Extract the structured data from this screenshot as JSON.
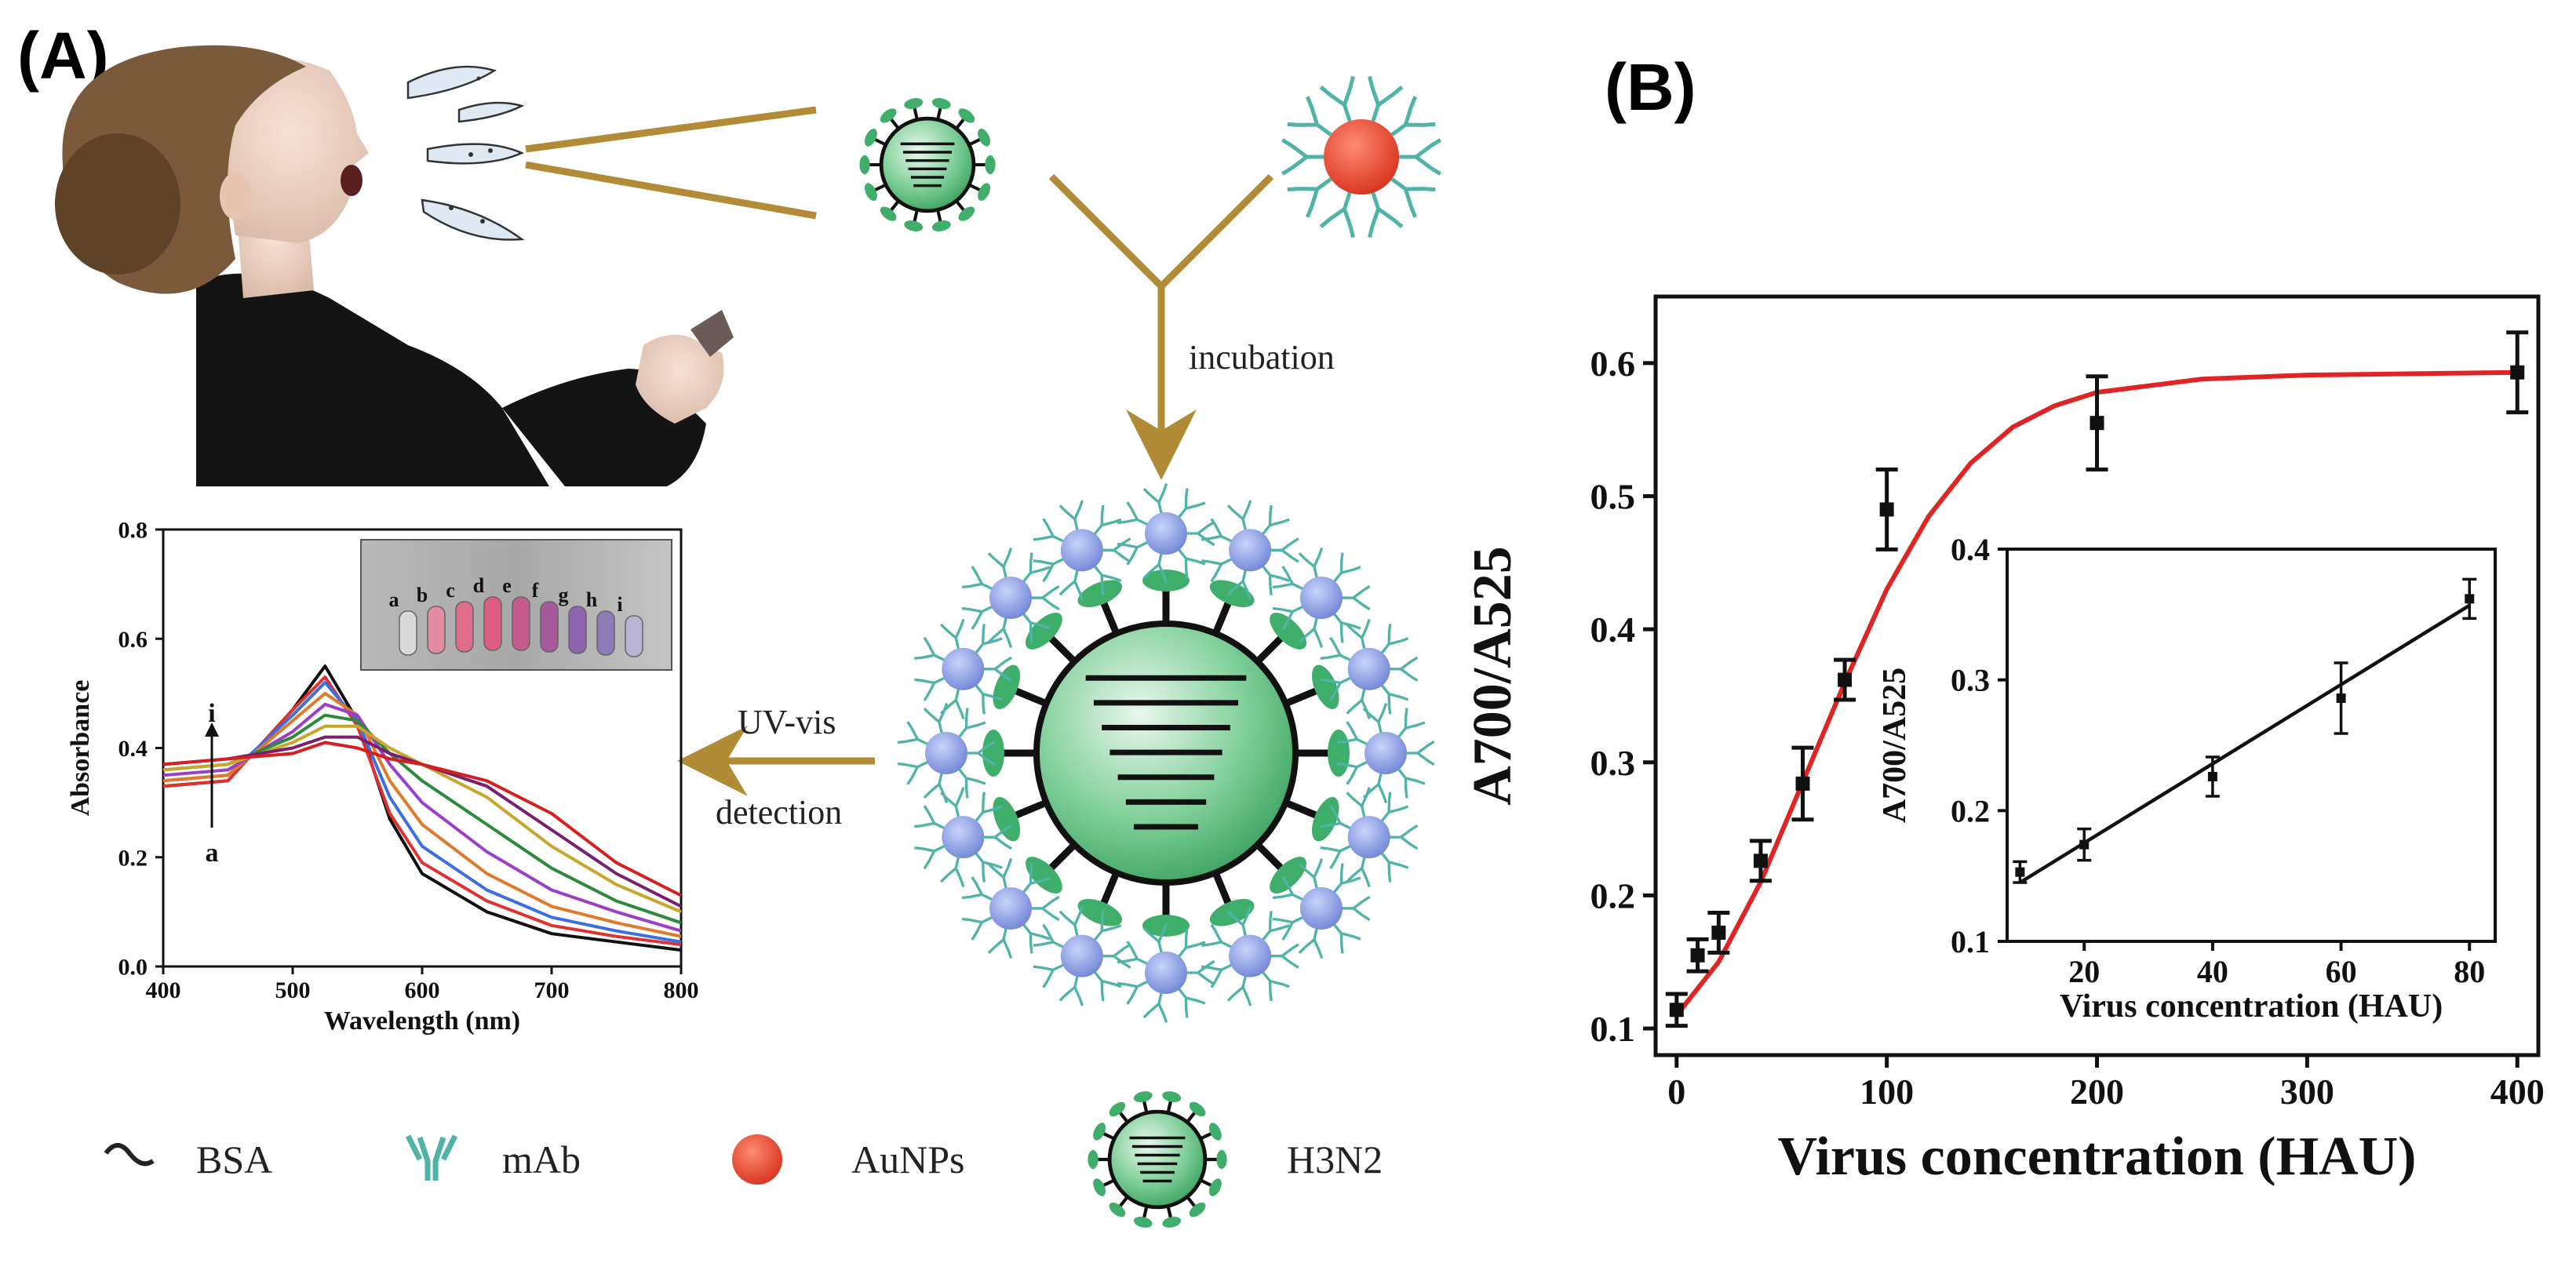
{
  "panel_a": {
    "label": "(A)",
    "arrow_incubation": "incubation",
    "arrow_uvvis_line1": "UV-vis",
    "arrow_uvvis_line2": "detection",
    "legend": [
      {
        "label": "BSA",
        "icon": "bsa-strand-icon"
      },
      {
        "label": "mAb",
        "icon": "antibody-icon"
      },
      {
        "label": "AuNPs",
        "icon": "gold-nanoparticle-icon"
      },
      {
        "label": "H3N2",
        "icon": "virus-icon"
      }
    ],
    "colors": {
      "gold_arrow": "#b28b36",
      "virus_green": "#3fae6a",
      "aunp_red": "#e8452c",
      "antibody_teal": "#4fb3a6",
      "particle_blue": "#8ea0e0"
    }
  },
  "panel_b": {
    "label": "(B)"
  },
  "chart_data": [
    {
      "type": "line",
      "xlabel": "Wavelength (nm)",
      "ylabel": "Absorbance",
      "xlim": [
        400,
        800
      ],
      "ylim": [
        0.0,
        0.8
      ],
      "xticks": [
        "400",
        "500",
        "600",
        "700",
        "800"
      ],
      "yticks": [
        "0.0",
        "0.2",
        "0.4",
        "0.6",
        "0.8"
      ],
      "annotation_top": "i",
      "annotation_bottom": "a",
      "photo_labels": [
        "a",
        "b",
        "c",
        "d",
        "e",
        "f",
        "g",
        "h",
        "i"
      ],
      "x": [
        400,
        450,
        500,
        525,
        550,
        575,
        600,
        650,
        700,
        750,
        800
      ],
      "series": [
        {
          "color": "#111111",
          "values": [
            0.33,
            0.34,
            0.47,
            0.55,
            0.45,
            0.27,
            0.17,
            0.1,
            0.06,
            0.045,
            0.03
          ]
        },
        {
          "color": "#e0312f",
          "values": [
            0.33,
            0.34,
            0.47,
            0.53,
            0.44,
            0.28,
            0.19,
            0.12,
            0.075,
            0.055,
            0.04
          ]
        },
        {
          "color": "#3c6ee0",
          "values": [
            0.34,
            0.35,
            0.46,
            0.52,
            0.45,
            0.31,
            0.22,
            0.14,
            0.09,
            0.065,
            0.045
          ]
        },
        {
          "color": "#e07a2a",
          "values": [
            0.34,
            0.35,
            0.45,
            0.5,
            0.46,
            0.34,
            0.26,
            0.17,
            0.11,
            0.08,
            0.055
          ]
        },
        {
          "color": "#9b3ec8",
          "values": [
            0.35,
            0.36,
            0.43,
            0.48,
            0.46,
            0.37,
            0.3,
            0.21,
            0.14,
            0.1,
            0.065
          ]
        },
        {
          "color": "#2d8a3c",
          "values": [
            0.36,
            0.37,
            0.42,
            0.46,
            0.45,
            0.39,
            0.34,
            0.26,
            0.18,
            0.12,
            0.08
          ]
        },
        {
          "color": "#c8a62c",
          "values": [
            0.36,
            0.37,
            0.41,
            0.44,
            0.44,
            0.4,
            0.37,
            0.31,
            0.22,
            0.15,
            0.1
          ]
        },
        {
          "color": "#7a1f6e",
          "values": [
            0.37,
            0.38,
            0.4,
            0.42,
            0.42,
            0.39,
            0.37,
            0.33,
            0.25,
            0.17,
            0.11
          ]
        },
        {
          "color": "#d62020",
          "values": [
            0.37,
            0.38,
            0.39,
            0.41,
            0.4,
            0.38,
            0.37,
            0.34,
            0.28,
            0.19,
            0.13
          ]
        }
      ]
    },
    {
      "type": "scatter",
      "xlabel": "Virus concentration (HAU)",
      "ylabel": "A700/A525",
      "xlim": [
        -10,
        410
      ],
      "ylim": [
        0.08,
        0.65
      ],
      "xticks": [
        "0",
        "100",
        "200",
        "300",
        "400"
      ],
      "yticks": [
        "0.1",
        "0.2",
        "0.3",
        "0.4",
        "0.5",
        "0.6"
      ],
      "fit_color": "#e02424",
      "points": [
        {
          "x": 0,
          "y": 0.114,
          "err": 0.012
        },
        {
          "x": 10,
          "y": 0.155,
          "err": 0.012
        },
        {
          "x": 20,
          "y": 0.172,
          "err": 0.015
        },
        {
          "x": 40,
          "y": 0.226,
          "err": 0.015
        },
        {
          "x": 60,
          "y": 0.284,
          "err": 0.027
        },
        {
          "x": 80,
          "y": 0.362,
          "err": 0.015
        },
        {
          "x": 100,
          "y": 0.49,
          "err": 0.03
        },
        {
          "x": 200,
          "y": 0.555,
          "err": 0.035
        },
        {
          "x": 400,
          "y": 0.593,
          "err": 0.03
        }
      ],
      "fit": {
        "x": [
          0,
          20,
          40,
          60,
          80,
          100,
          120,
          140,
          160,
          180,
          200,
          250,
          300,
          350,
          400
        ],
        "y": [
          0.11,
          0.15,
          0.21,
          0.285,
          0.36,
          0.43,
          0.485,
          0.525,
          0.552,
          0.568,
          0.578,
          0.588,
          0.591,
          0.592,
          0.593
        ]
      }
    },
    {
      "type": "scatter",
      "xlabel": "Virus concentration (HAU)",
      "ylabel": "A700/A525",
      "xlim": [
        8,
        84
      ],
      "ylim": [
        0.1,
        0.4
      ],
      "xticks": [
        "20",
        "40",
        "60",
        "80"
      ],
      "yticks": [
        "0.1",
        "0.2",
        "0.3",
        "0.4"
      ],
      "fit_color": "#111111",
      "points": [
        {
          "x": 10,
          "y": 0.153,
          "err": 0.008
        },
        {
          "x": 20,
          "y": 0.174,
          "err": 0.012
        },
        {
          "x": 40,
          "y": 0.226,
          "err": 0.015
        },
        {
          "x": 60,
          "y": 0.286,
          "err": 0.027
        },
        {
          "x": 80,
          "y": 0.362,
          "err": 0.015
        }
      ],
      "fit": {
        "x": [
          10,
          80
        ],
        "y": [
          0.145,
          0.357
        ]
      }
    }
  ]
}
